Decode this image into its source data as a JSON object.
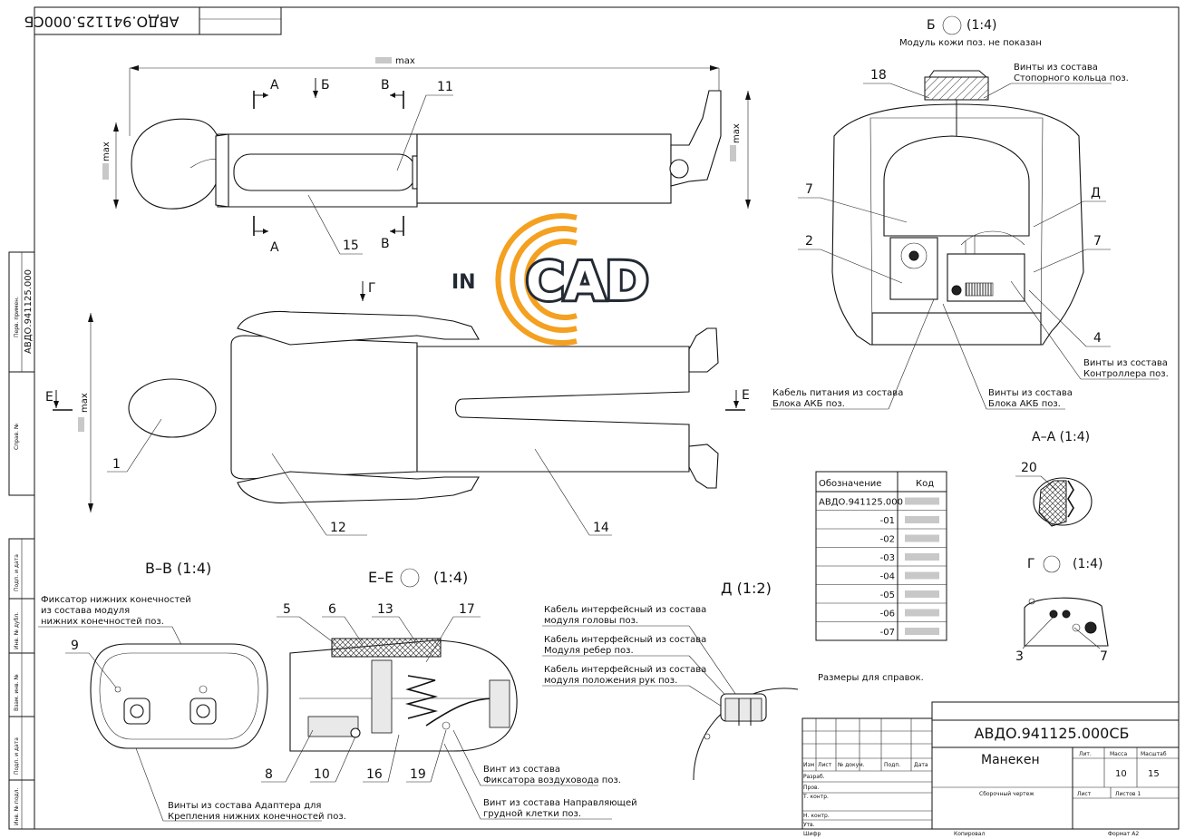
{
  "stamp_top": "АВДО.941125.000СБ",
  "logo": {
    "prefix": "IN",
    "word": "CAD",
    "colors": {
      "orange": "#f4a020",
      "dark": "#232a33"
    }
  },
  "view_b": {
    "title": "Б",
    "scale": "(1:4)",
    "note": "Модуль кожи поз. не показан",
    "labels": {
      "n18": "18",
      "n7a": "7",
      "n2": "2",
      "nD": "Д",
      "n7b": "7",
      "n4": "4"
    },
    "callouts": {
      "stop_ring_1": "Винты из состава",
      "stop_ring_2": "Стопорного кольца поз.",
      "controller_1": "Винты из состава",
      "controller_2": "Контроллера поз.",
      "battery_cable_1": "Кабель питания из состава",
      "battery_cable_2": "Блока АКБ поз.",
      "battery_screws_1": "Винты из состава",
      "battery_screws_2": "Блока АКБ поз."
    }
  },
  "side_view": {
    "dim_len": "max",
    "dim_h": "max",
    "dim_h2": "max",
    "labels": {
      "A1": "А",
      "A2": "А",
      "B1": "Б",
      "V1": "В",
      "V2": "В",
      "n11": "11",
      "n15": "15"
    }
  },
  "top_view": {
    "dim": "max",
    "labels": {
      "G": "Г",
      "E1": "Е",
      "E2": "Е",
      "n1": "1",
      "n12": "12",
      "n14": "14"
    }
  },
  "section_aa": {
    "title": "А–А (1:4)",
    "label": "20"
  },
  "section_g": {
    "title": "Г",
    "scale": "(1:4)",
    "labels": {
      "n3": "3",
      "n7": "7"
    }
  },
  "section_vv": {
    "title": "В–В (1:4)",
    "label": "9",
    "callout_1": "Фиксатор нижних конечностей",
    "callout_2": "из состава модуля",
    "callout_3": "нижних конечностей поз.",
    "bottom_1": "Винты из состава Адаптера для",
    "bottom_2": "Крепления нижних конечностей поз."
  },
  "section_ee": {
    "title": "Е–Е",
    "scale": "(1:4)",
    "labels": {
      "n5": "5",
      "n6": "6",
      "n13": "13",
      "n17": "17",
      "n8": "8",
      "n10": "10",
      "n16": "16",
      "n19": "19"
    },
    "callout_a1": "Винт из состава",
    "callout_a2": "Фиксатора воздуховода поз.",
    "callout_b1": "Винт из состава Направляющей",
    "callout_b2": "грудной клетки поз."
  },
  "detail_d": {
    "title": "Д (1:2)",
    "c1a": "Кабель интерфейсный из состава",
    "c1b": "модуля головы поз.",
    "c2a": "Кабель интерфейсный из состава",
    "c2b": "Модуля ребер поз.",
    "c3a": "Кабель интерфейсный из состава",
    "c3b": "модуля положения рук поз."
  },
  "code_table": {
    "headers": [
      "Обозначение",
      "Код"
    ],
    "rows": [
      {
        "designation": "АВДО.941125.000"
      },
      {
        "designation": "-01"
      },
      {
        "designation": "-02"
      },
      {
        "designation": "-03"
      },
      {
        "designation": "-04"
      },
      {
        "designation": "-05"
      },
      {
        "designation": "-06"
      },
      {
        "designation": "-07"
      }
    ]
  },
  "note": "Размеры для справок.",
  "title_block": {
    "designation": "АВДО.941125.000СБ",
    "name": "Манекен",
    "doc_type": "Сборочный чертеж",
    "col_lit": "Лит.",
    "col_mass": "Масса",
    "col_scale": "Масштаб",
    "mass": "10",
    "scale": "15",
    "sheet": "Лист",
    "sheets": "Листов 1",
    "rows": [
      "Изм",
      "Лист",
      "№ докум.",
      "Подп.",
      "Дата"
    ],
    "roles": [
      "Разраб.",
      "Пров.",
      "Т. контр.",
      "Н. контр.",
      "Утв."
    ],
    "copied": "Копировал",
    "format": "Формат А2",
    "cipher": "Шифр"
  },
  "side_stamps": [
    "Перв. примен.",
    "АВДО.941125.000",
    "Справ. №",
    "Подп. и дата",
    "Инв. № дубл.",
    "Взам. инв. №",
    "Подп. и дата",
    "Инв. № подл."
  ]
}
